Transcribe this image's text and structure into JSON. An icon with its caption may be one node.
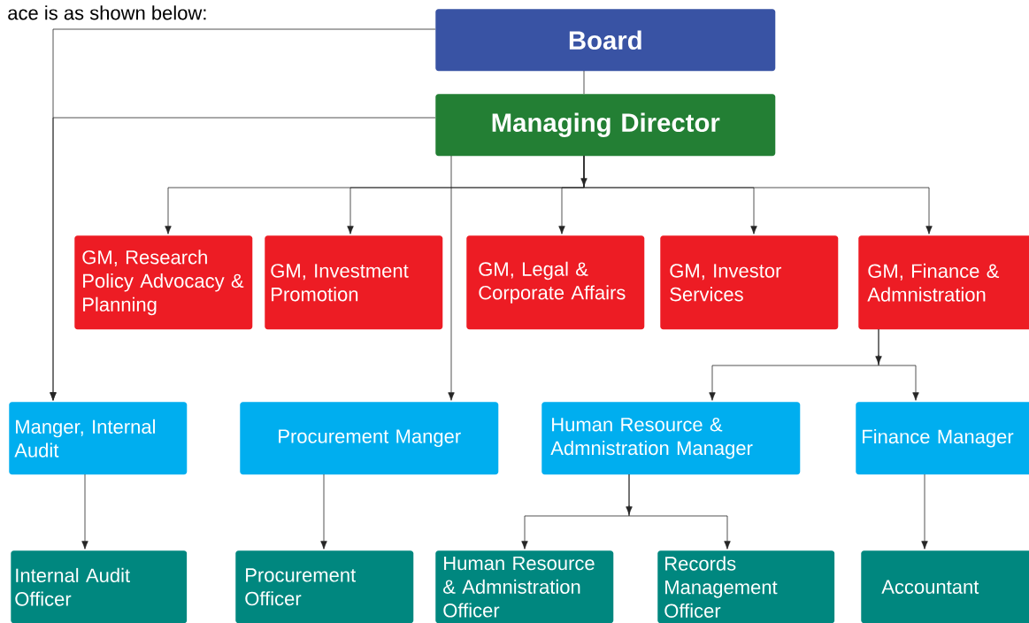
{
  "diagram": {
    "nodes": [
      {
        "text": [
          "Board"
        ]
      },
      {
        "text": [
          "Managing Director"
        ]
      },
      {
        "text": [
          "GM, Research Policy Advocacy & Planning"
        ]
      },
      {
        "text": [
          "GM, Investment Promotion"
        ]
      },
      {
        "text": [
          "GM, Legal & Corporate Affairs"
        ]
      },
      {
        "text": [
          "GM, Investor Services"
        ]
      },
      {
        "text": [
          "GM, Finance & Admnistration"
        ]
      },
      {
        "text": [
          "Manger, Internal Audit"
        ]
      },
      {
        "text": [
          "Procurement Manger"
        ]
      },
      {
        "text": [
          "Human Resource & Admnistration Manager"
        ]
      },
      {
        "text": [
          "Finance Manager"
        ]
      },
      {
        "text": [
          "Internal Audit Officer"
        ]
      },
      {
        "text": [
          "Procurement Officer"
        ]
      },
      {
        "text": [
          "Human Resource & Admnistration Officer"
        ]
      },
      {
        "text": [
          "Records Management Officer"
        ]
      },
      {
        "text": [
          "Accountant"
        ]
      }
    ],
    "edges": [
      {
        "from": 0,
        "to": 1,
        "arrow": "none"
      },
      {
        "from": 0,
        "to": 7,
        "arrow": "to"
      },
      {
        "from": 1,
        "to": 7,
        "arrow": "to"
      },
      {
        "from": 1,
        "to": 2,
        "arrow": "to"
      },
      {
        "from": 1,
        "to": 3,
        "arrow": "to"
      },
      {
        "from": 1,
        "to": 4,
        "arrow": "to"
      },
      {
        "from": 1,
        "to": 5,
        "arrow": "to"
      },
      {
        "from": 1,
        "to": 6,
        "arrow": "to"
      },
      {
        "from": 1,
        "to": 8,
        "arrow": "to"
      },
      {
        "from": 6,
        "to": 9,
        "arrow": "to"
      },
      {
        "from": 6,
        "to": 10,
        "arrow": "to"
      },
      {
        "from": 7,
        "to": 11,
        "arrow": "to"
      },
      {
        "from": 8,
        "to": 12,
        "arrow": "to"
      },
      {
        "from": 9,
        "to": 13,
        "arrow": "to"
      },
      {
        "from": 9,
        "to": 14,
        "arrow": "to"
      },
      {
        "from": 10,
        "to": 15,
        "arrow": "to"
      }
    ],
    "labels": [
      "ace is as shown below:"
    ]
  }
}
